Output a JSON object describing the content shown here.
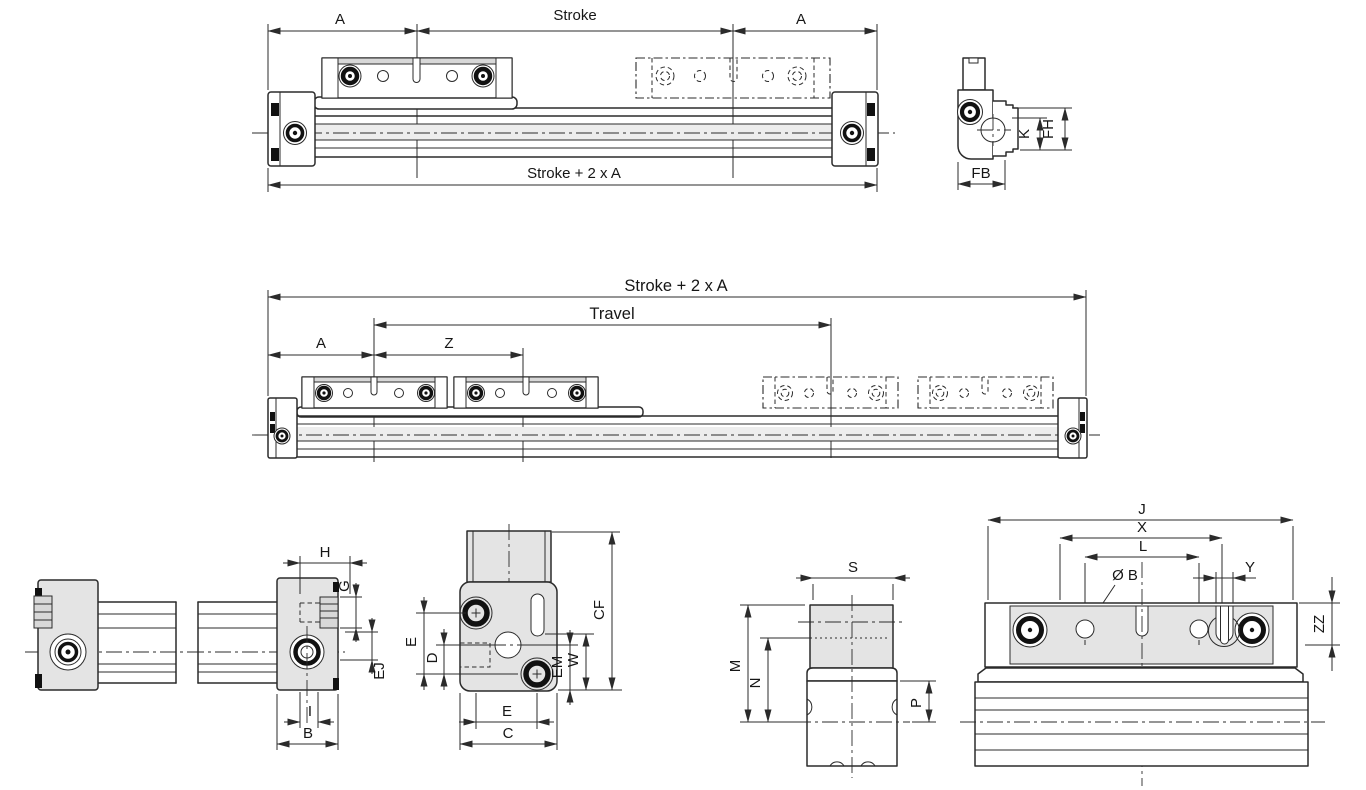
{
  "colors": {
    "line": "#2b2b2b",
    "detail_black": "#111111",
    "fill_light_gray": "#e4e4e4",
    "fill_mid_gray": "#d8d8d8",
    "rail_band": "#ededed",
    "background": "#ffffff"
  },
  "views": {
    "top_plan": {
      "dims": {
        "a_left": "A",
        "stroke": "Stroke",
        "a_right": "A",
        "overall": "Stroke + 2 x A"
      }
    },
    "end_cap_right": {
      "dims": {
        "fb": "FB",
        "k": "K",
        "fh": "FH"
      }
    },
    "middle_plan": {
      "dims": {
        "overall": "Stroke + 2 x A",
        "travel": "Travel",
        "a": "A",
        "z": "Z"
      }
    },
    "end_view_port": {
      "dims": {
        "h": "H",
        "g": "G",
        "ej": "EJ",
        "i": "I",
        "b": "B"
      }
    },
    "carriage_face": {
      "dims": {
        "e_vertical": "E",
        "d": "D",
        "e_horizontal": "E",
        "c": "C",
        "em": "EM",
        "w": "W",
        "cf": "CF"
      }
    },
    "cross_section": {
      "dims": {
        "s": "S",
        "m": "M",
        "n": "N",
        "p": "P"
      }
    },
    "side_elevation": {
      "dims": {
        "j": "J",
        "x": "X",
        "l": "L",
        "hole_dia": "Ø B",
        "y": "Y",
        "zz": "ZZ"
      }
    }
  }
}
